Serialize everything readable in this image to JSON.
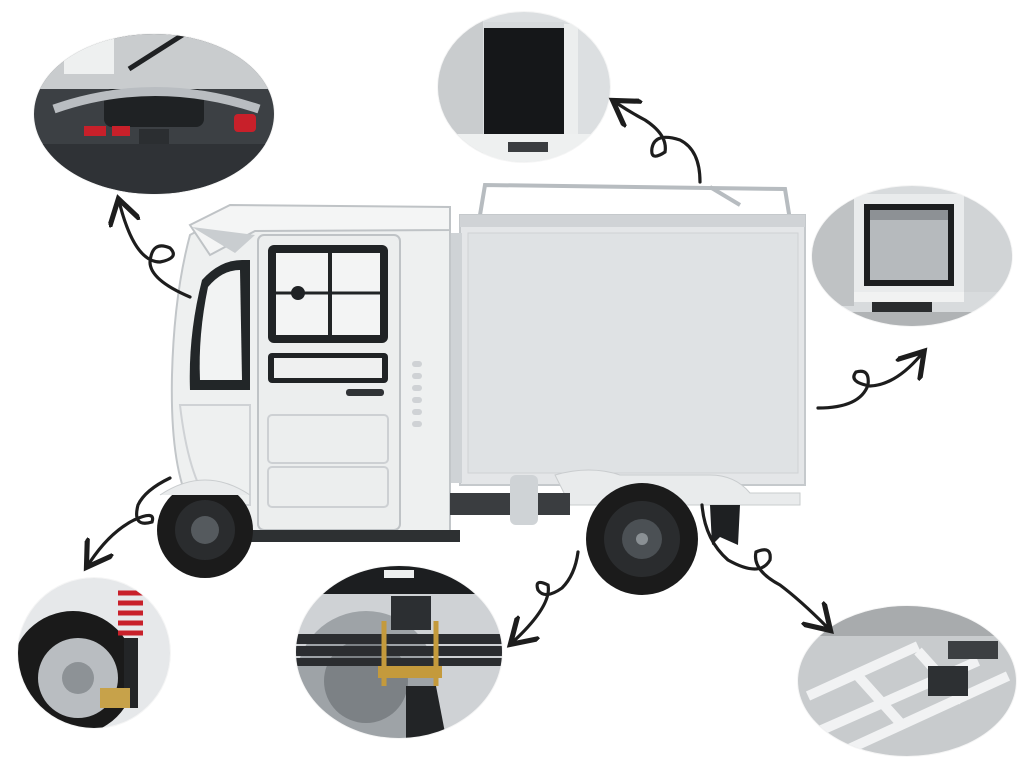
{
  "colors": {
    "background": "#ffffff",
    "body_white": "#eef0f0",
    "body_shade": "#d6d9db",
    "box_panel": "#e4e6e8",
    "frame_dark": "#2a2c2e",
    "tyre": "#1b1b1b",
    "arrow": "#1d1d1d",
    "spring_red": "#c8202a",
    "chrome": "#b9bdc1"
  },
  "vehicle": {
    "subject": "electric-cargo-tricycle"
  },
  "callouts": [
    {
      "id": "dashboard",
      "icon": "dashboard-detail-photo"
    },
    {
      "id": "box-rear-door-open",
      "icon": "box-door-detail-photo"
    },
    {
      "id": "box-rear-view",
      "icon": "box-rear-detail-photo"
    },
    {
      "id": "front-suspension",
      "icon": "front-shock-detail-photo"
    },
    {
      "id": "leaf-spring",
      "icon": "leaf-spring-detail-photo"
    },
    {
      "id": "chassis-frame",
      "icon": "chassis-detail-photo"
    }
  ]
}
